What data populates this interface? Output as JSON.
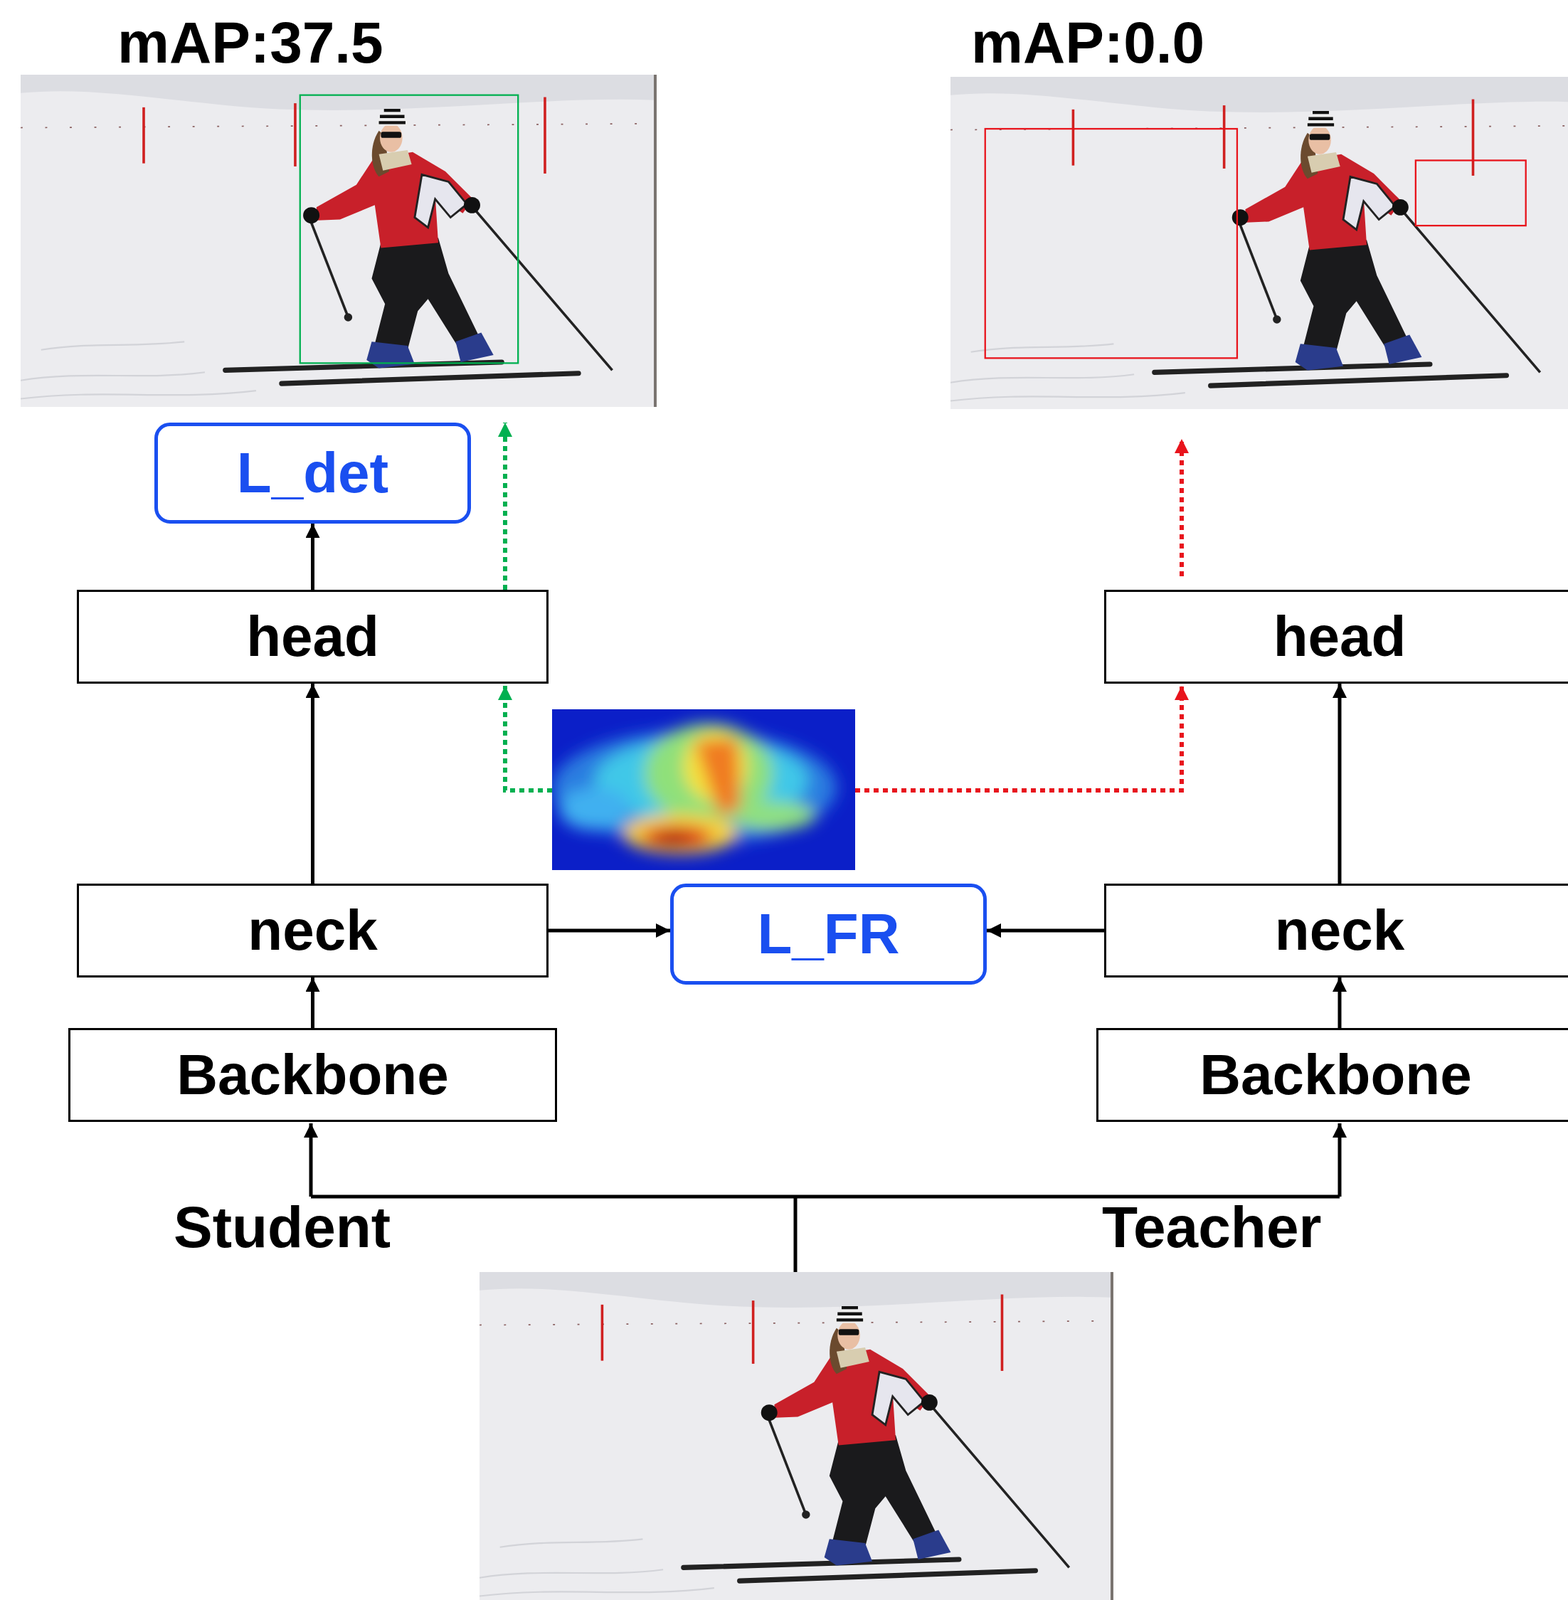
{
  "diagram": {
    "nodes": [
      {
        "text": [
          "L_det"
        ]
      },
      {
        "text": [
          "head"
        ]
      },
      {
        "text": [
          "head"
        ]
      },
      {
        "text": [
          "neck"
        ]
      },
      {
        "text": [
          "L_FR"
        ]
      },
      {
        "text": [
          "neck"
        ]
      },
      {
        "text": [
          "Backbone"
        ]
      },
      {
        "text": [
          "Backbone"
        ]
      }
    ],
    "edges": [
      {
        "from": 6,
        "to": 3,
        "arrow": "to"
      },
      {
        "from": 3,
        "to": 1,
        "arrow": "to"
      },
      {
        "from": 1,
        "to": 0,
        "arrow": "to"
      },
      {
        "from": 3,
        "to": 4,
        "arrow": "to"
      },
      {
        "from": 5,
        "to": 4,
        "arrow": "to"
      },
      {
        "from": 7,
        "to": 5,
        "arrow": "to"
      },
      {
        "from": 5,
        "to": 2,
        "arrow": "to"
      }
    ],
    "labels": [
      "mAP:37.5",
      "mAP:0.0",
      "Student",
      "Teacher"
    ]
  }
}
